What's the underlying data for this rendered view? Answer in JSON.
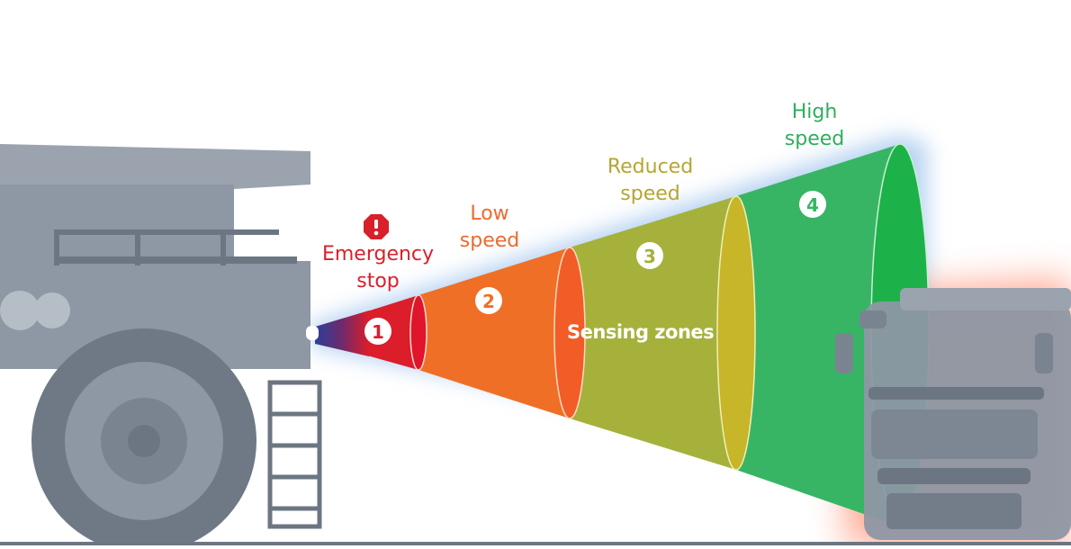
{
  "zones": [
    {
      "number": "1",
      "line1": "Emergency",
      "line2": "stop",
      "label_color": "#d8202b",
      "fill": "#dc1d2a"
    },
    {
      "number": "2",
      "line1": "Low",
      "line2": "speed",
      "label_color": "#ee6a2c",
      "fill": "#ef6f26"
    },
    {
      "number": "3",
      "line1": "Reduced",
      "line2": "speed",
      "label_color": "#b7a532",
      "fill": "#a5b13b"
    },
    {
      "number": "4",
      "line1": "High",
      "line2": "speed",
      "label_color": "#2fae5c",
      "fill": "#37b565"
    }
  ],
  "center_label": "Sensing zones",
  "colors": {
    "vehicle": "#8e97a4",
    "vehicle_dark": "#6c7683",
    "glow": "#9dc2ec",
    "warning": "#ff9a80"
  },
  "icons": [
    "exclamation-octagon-icon"
  ]
}
